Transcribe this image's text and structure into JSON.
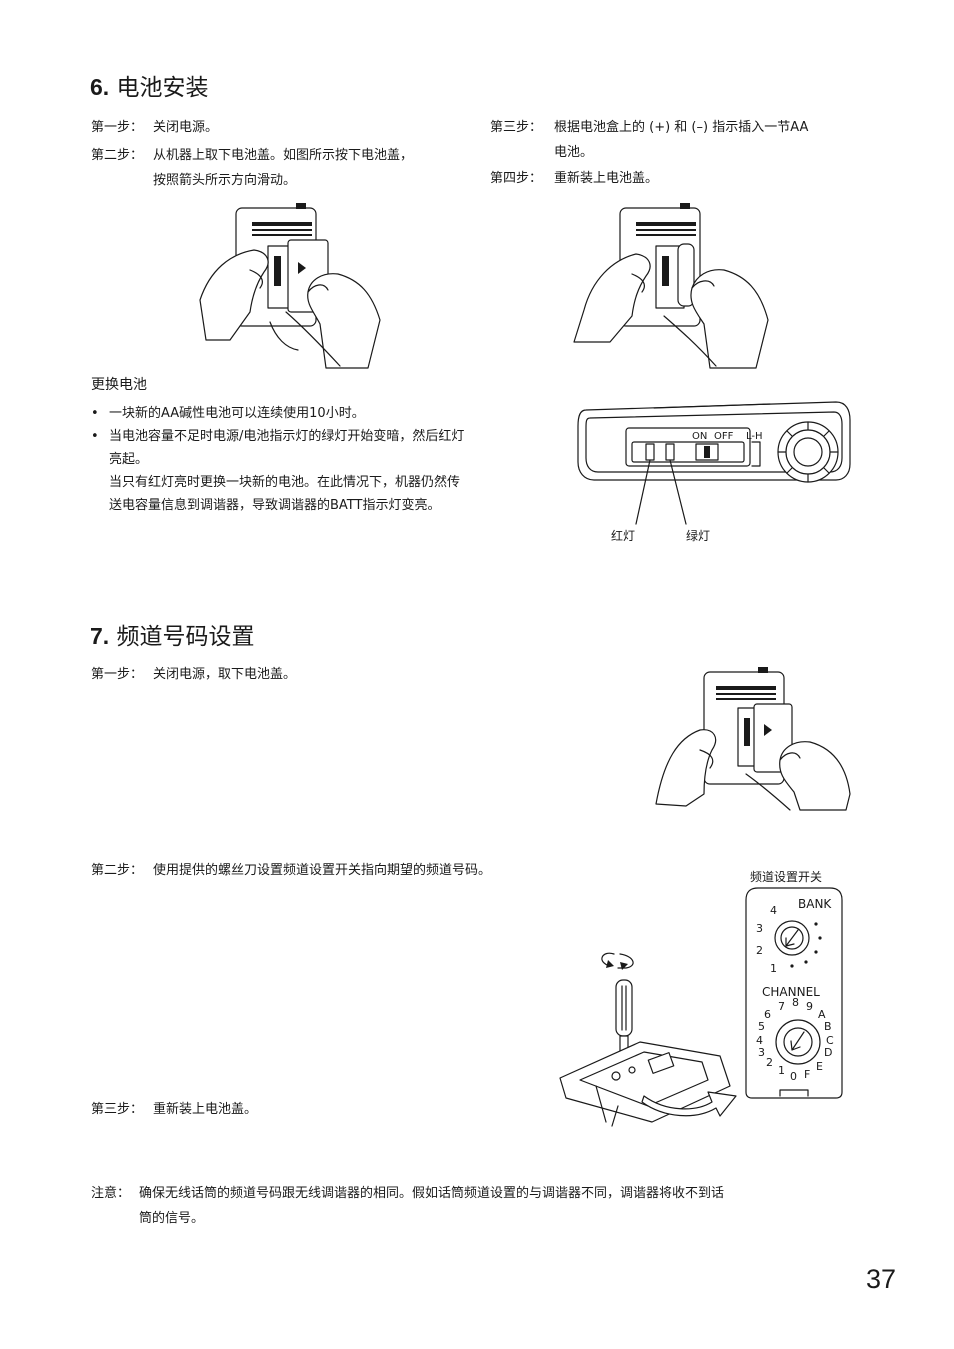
{
  "section6": {
    "num": "6.",
    "title": "电池安装",
    "step1": {
      "label": "第一步：",
      "text": "关闭电源。"
    },
    "step2": {
      "label": "第二步：",
      "line1": "从机器上取下电池盖。如图所示按下电池盖，",
      "line2": "按照箭头所示方向滑动。"
    },
    "step3": {
      "label": "第三步：",
      "line1": "根据电池盒上的 (+) 和 (–) 指示插入一节AA",
      "line2": "电池。"
    },
    "step4": {
      "label": "第四步：",
      "text": "重新装上电池盖。"
    },
    "replace": {
      "heading": "更换电池",
      "bullet": "•",
      "item1": "一块新的AA碱性电池可以连续使用10小时。",
      "item2_line1": "当电池容量不足时电源/电池指示灯的绿灯开始变暗，然后红灯",
      "item2_line2": "亮起。",
      "item2_line3": "当只有红灯亮时更换一块新的电池。在此情况下，机器仍然传",
      "item2_line4": "送电容量信息到调谐器，导致调谐器的BATT指示灯变亮。"
    },
    "device": {
      "on": "ON",
      "off": "OFF",
      "lh": "L-H",
      "red_label": "红灯",
      "green_label": "绿灯"
    }
  },
  "section7": {
    "num": "7.",
    "title": "频道号码设置",
    "step1": {
      "label": "第一步：",
      "text": "关闭电源，取下电池盖。"
    },
    "step2": {
      "label": "第二步：",
      "text": "使用提供的螺丝刀设置频道设置开关指向期望的频道号码。"
    },
    "step3": {
      "label": "第三步：",
      "text": "重新装上电池盖。"
    },
    "switch": {
      "caption": "频道设置开关",
      "bank_label": "BANK",
      "bank_digits": [
        "1",
        "2",
        "3",
        "4"
      ],
      "channel_label": "CHANNEL",
      "channel_digits": [
        "0",
        "1",
        "2",
        "3",
        "4",
        "5",
        "6",
        "7",
        "8",
        "9",
        "A",
        "B",
        "C",
        "D",
        "E",
        "F"
      ]
    }
  },
  "note": {
    "label": "注意：",
    "line1": "确保无线话筒的频道号码跟无线调谐器的相同。假如话筒频道设置的与调谐器不同，调谐器将收不到话",
    "line2": "筒的信号。"
  },
  "page_number": "37"
}
